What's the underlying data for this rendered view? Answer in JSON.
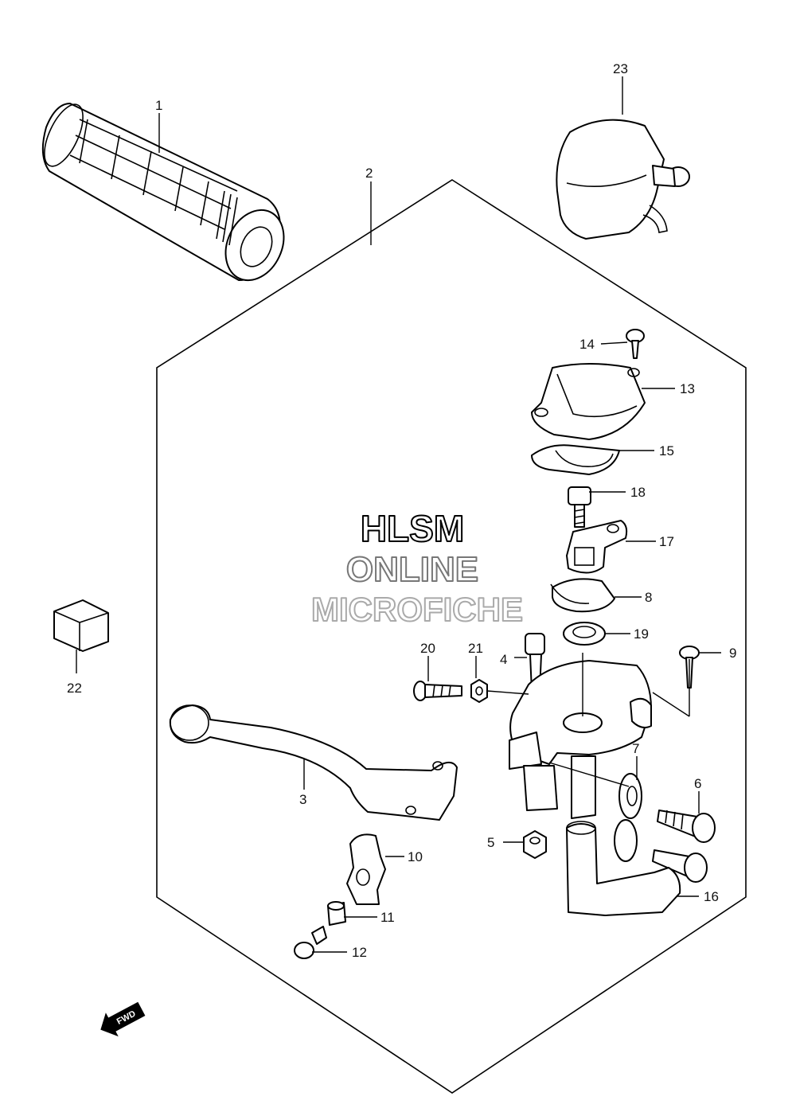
{
  "watermark": {
    "line1": "HLSM",
    "line2": "ONLINE",
    "line3": "MICROFICHE"
  },
  "fwd_label": "FWD",
  "callouts": {
    "p1": "1",
    "p2": "2",
    "p3": "3",
    "p4": "4",
    "p5": "5",
    "p6": "6",
    "p7": "7",
    "p8": "8",
    "p9": "9",
    "p10": "10",
    "p11": "11",
    "p12": "12",
    "p13": "13",
    "p14": "14",
    "p15": "15",
    "p16": "16",
    "p17": "17",
    "p18": "18",
    "p19": "19",
    "p20": "20",
    "p21": "21",
    "p22": "22",
    "p23": "23"
  }
}
